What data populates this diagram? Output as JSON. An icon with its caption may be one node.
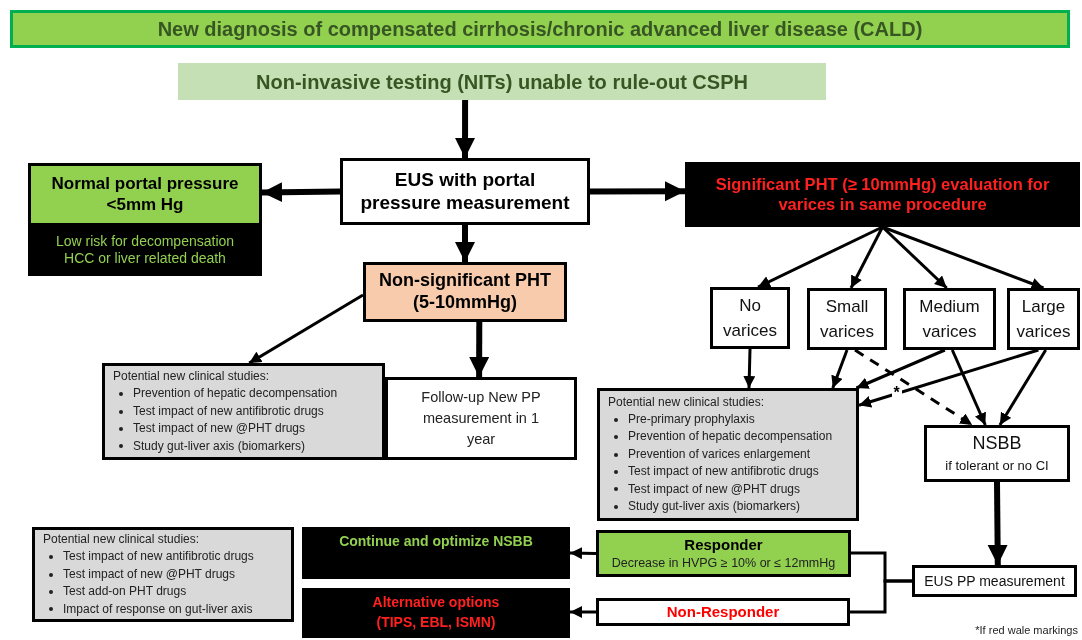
{
  "diagram": {
    "nodes": [
      {
        "text": [
          "New diagnosis of compensated cirrhosis/chronic advanced liver disease (CALD)"
        ]
      },
      {
        "text": [
          "Non-invasive testing (NITs) unable to rule-out CSPH"
        ]
      },
      {
        "text": [
          "EUS with portal pressure measurement"
        ]
      },
      {
        "text": [
          "Normal portal pressure <5mm Hg",
          "Low risk for decompensation HCC or liver related death"
        ]
      },
      {
        "text": [
          "Significant PHT (≥ 10mmHg) evaluation for varices in same procedure"
        ]
      },
      {
        "text": [
          "Non-significant PHT (5-10mmHg)"
        ]
      },
      {
        "text": [
          "Potential new clinical studies:",
          "Prevention of hepatic decompensation",
          "Test impact of new antifibrotic drugs",
          "Test impact of new @PHT drugs",
          "Study gut-liver axis (biomarkers)"
        ]
      },
      {
        "text": [
          "Follow-up New PP measurement in 1 year"
        ]
      },
      {
        "text": [
          "No varices"
        ]
      },
      {
        "text": [
          "Small varices"
        ]
      },
      {
        "text": [
          "Medium varices"
        ]
      },
      {
        "text": [
          "Large varices"
        ]
      },
      {
        "text": [
          "Potential new clinical studies:",
          "Pre-primary prophylaxis",
          "Prevention of hepatic decompensation",
          "Prevention of varices enlargement",
          "Test impact of new antifibrotic drugs",
          "Test impact of new @PHT drugs",
          "Study gut-liver axis (biomarkers)"
        ]
      },
      {
        "text": [
          "NSBB",
          "if tolerant or no CI"
        ]
      },
      {
        "text": [
          "EUS PP measurement"
        ]
      },
      {
        "text": [
          "Responder",
          "Decrease in HVPG ≥ 10% or ≤ 12mmHg"
        ]
      },
      {
        "text": [
          "Non-Responder"
        ]
      },
      {
        "text": [
          "Continue and optimize NSBB"
        ]
      },
      {
        "text": [
          "Alternative options (TIPS, EBL, ISMN)"
        ]
      },
      {
        "text": [
          "Potential new clinical studies:",
          "Test impact of new antifibrotic drugs",
          "Test impact of new @PHT drugs",
          "Test add-on PHT drugs",
          "Impact of response on gut-liver axis"
        ]
      }
    ],
    "edges": [
      {
        "from": 1,
        "to": 2,
        "arrow": "to",
        "style": "thick"
      },
      {
        "from": 2,
        "to": 3,
        "arrow": "to",
        "style": "thick"
      },
      {
        "from": 2,
        "to": 4,
        "arrow": "to",
        "style": "thick"
      },
      {
        "from": 2,
        "to": 5,
        "arrow": "to",
        "style": "thick"
      },
      {
        "from": 5,
        "to": 6,
        "arrow": "to"
      },
      {
        "from": 5,
        "to": 7,
        "arrow": "to",
        "style": "thick"
      },
      {
        "from": 4,
        "to": 8,
        "arrow": "to"
      },
      {
        "from": 4,
        "to": 9,
        "arrow": "to"
      },
      {
        "from": 4,
        "to": 10,
        "arrow": "to"
      },
      {
        "from": 4,
        "to": 11,
        "arrow": "to"
      },
      {
        "from": 8,
        "to": 12,
        "arrow": "to"
      },
      {
        "from": 9,
        "to": 12,
        "arrow": "to"
      },
      {
        "from": 10,
        "to": 12,
        "arrow": "to"
      },
      {
        "from": 11,
        "to": 12,
        "arrow": "to"
      },
      {
        "from": 9,
        "to": 13,
        "arrow": "to",
        "style": "dashed",
        "label": "*"
      },
      {
        "from": 10,
        "to": 13,
        "arrow": "to"
      },
      {
        "from": 11,
        "to": 13,
        "arrow": "to"
      },
      {
        "from": 13,
        "to": 14,
        "arrow": "to",
        "style": "thick"
      },
      {
        "from": 14,
        "to": 15,
        "arrow": "none"
      },
      {
        "from": 14,
        "to": 16,
        "arrow": "none"
      },
      {
        "from": 15,
        "to": 17,
        "arrow": "to"
      },
      {
        "from": 16,
        "to": 18,
        "arrow": "to"
      }
    ],
    "labels": [
      "*If red wale markings"
    ]
  }
}
